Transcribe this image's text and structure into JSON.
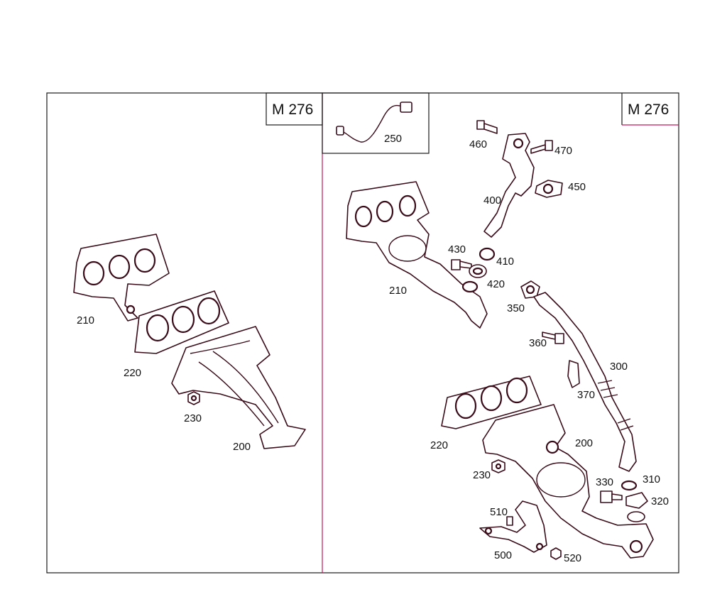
{
  "left_panel": {
    "model_label": "M 276",
    "callouts": {
      "c210": "210",
      "c220": "220",
      "c230": "230",
      "c200": "200"
    }
  },
  "right_panel": {
    "model_label": "M 276",
    "inset": {
      "callout": "250"
    },
    "callouts": {
      "c460": "460",
      "c470": "470",
      "c450": "450",
      "c400": "400",
      "c430": "430",
      "c410": "410",
      "c420": "420",
      "c210": "210",
      "c350": "350",
      "c360": "360",
      "c300": "300",
      "c370": "370",
      "c220": "220",
      "c200": "200",
      "c230": "230",
      "c330": "330",
      "c310": "310",
      "c320": "320",
      "c510": "510",
      "c500": "500",
      "c520": "520"
    }
  },
  "colors": {
    "frame": "#1a1a1a",
    "accent": "#c2185b",
    "line_art": "#3a0c1a"
  }
}
